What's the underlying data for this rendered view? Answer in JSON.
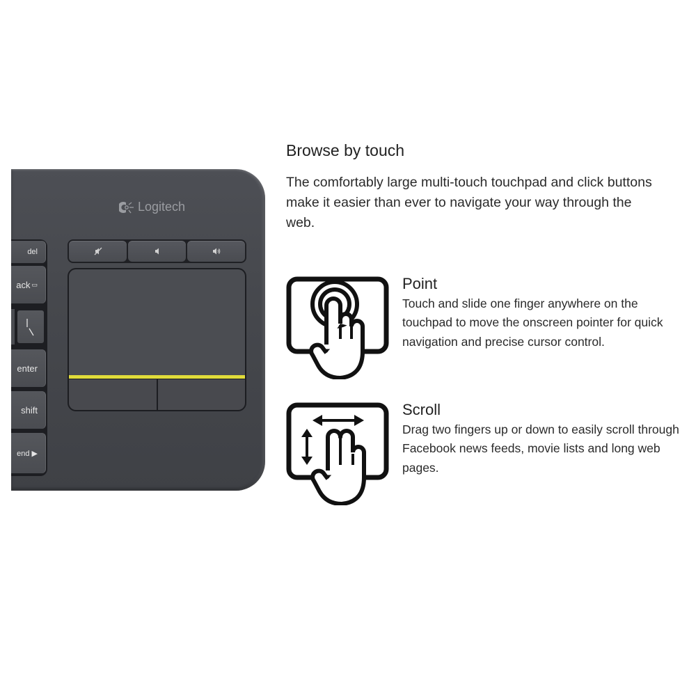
{
  "product_image": {
    "brand": "Logitech",
    "media_keys": [
      {
        "name": "mute",
        "icon": "speaker-mute-icon"
      },
      {
        "name": "volume-down",
        "icon": "speaker-low-icon"
      },
      {
        "name": "volume-up",
        "icon": "speaker-high-icon"
      }
    ],
    "keys": {
      "del": "del",
      "backspace": "ack",
      "slash": "|\\",
      "enter": "enter",
      "shift": "shift",
      "end": "end ▶"
    },
    "accent_color": "#e1dc3a"
  },
  "content": {
    "headline": "Browse by touch",
    "intro": "The comfortably large multi-touch touchpad and click buttons make it easier than ever to navigate your way through the web.",
    "features": [
      {
        "title": "Point",
        "icon": "point-gesture-icon",
        "description": "Touch and slide one finger anywhere on the touchpad to move the onscreen pointer for quick navigation and precise cursor control."
      },
      {
        "title": "Scroll",
        "icon": "scroll-gesture-icon",
        "description": "Drag two fingers up or down to easily scroll through Facebook news feeds, movie lists and long web pages."
      }
    ]
  }
}
